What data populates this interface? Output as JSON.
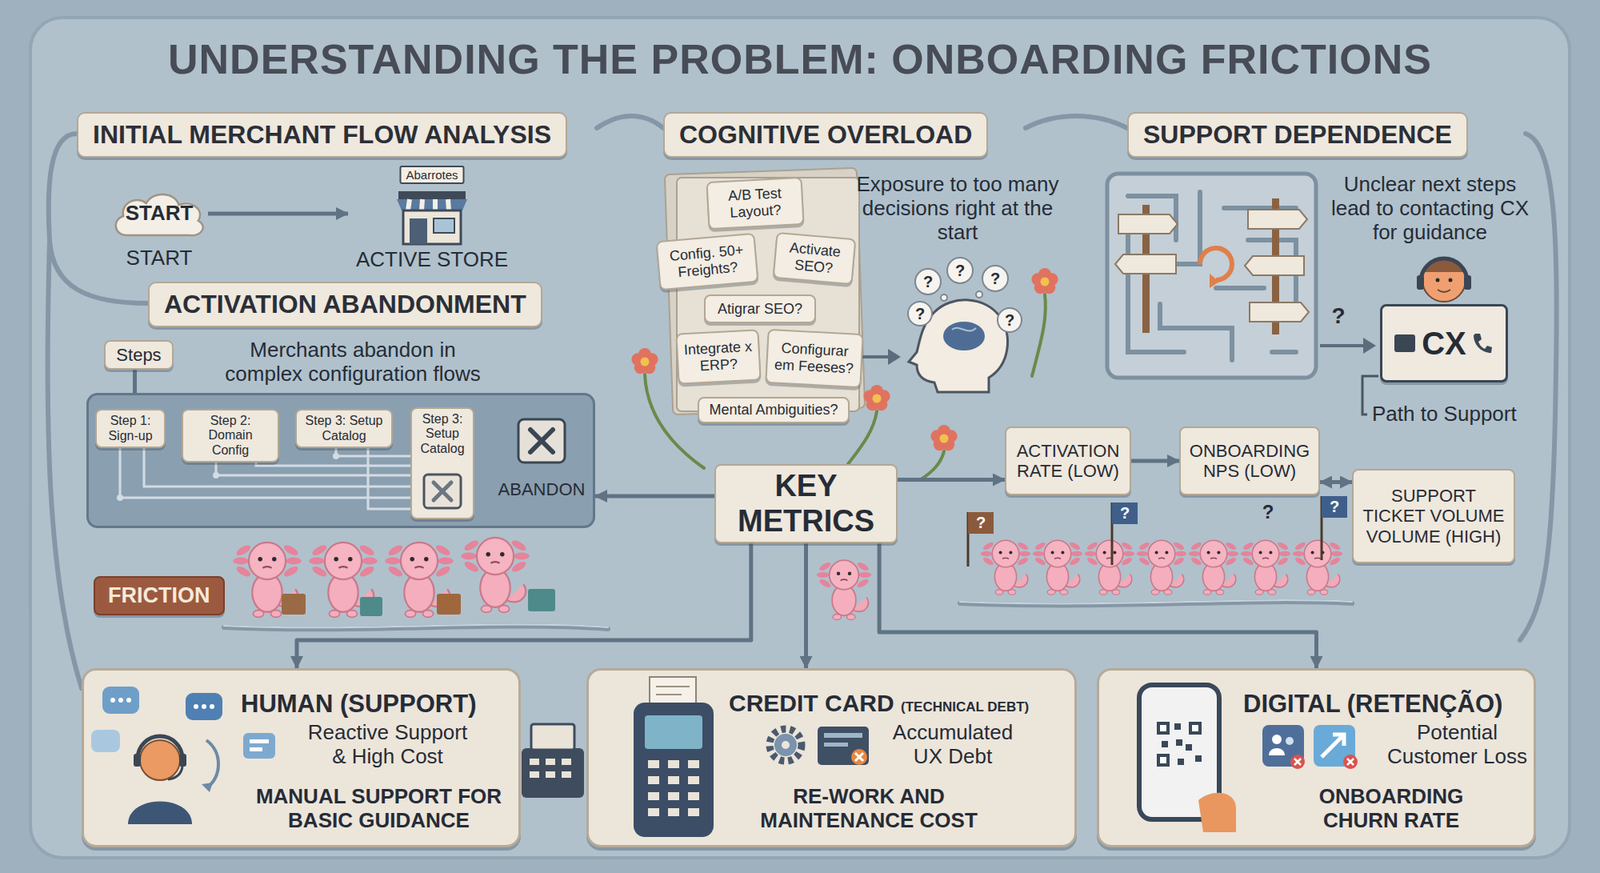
{
  "diagram": {
    "title": "UNDERSTANDING THE PROBLEM: ONBOARDING FRICTIONS",
    "nodes": [
      {
        "text": [
          "INITIAL MERCHANT FLOW ANALYSIS"
        ]
      },
      {
        "text": [
          "START",
          "START"
        ]
      },
      {
        "text": [
          "Abarrotes",
          "ACTIVE STORE"
        ]
      },
      {
        "text": [
          "ACTIVATION ABANDONMENT"
        ]
      },
      {
        "text": [
          "Steps"
        ]
      },
      {
        "text": [
          "Merchants abandon in complex configuration flows"
        ]
      },
      {
        "text": [
          "Step 1: Sign-up"
        ],
        "in": 5
      },
      {
        "text": [
          "Step 2: Domain Config"
        ],
        "in": 5
      },
      {
        "text": [
          "Step 3: Setup Catalog"
        ],
        "in": 5
      },
      {
        "text": [
          "Step 3: Setup Catalog"
        ],
        "in": 5
      },
      {
        "text": [
          "ABANDON"
        ],
        "in": 5
      },
      {
        "text": [
          "COGNITIVE OVERLOAD"
        ]
      },
      {
        "text": [
          "A/B Test Layout?"
        ]
      },
      {
        "text": [
          "Config. 50+ Freights?"
        ]
      },
      {
        "text": [
          "Activate SEO?"
        ]
      },
      {
        "text": [
          "Atigrar SEO?"
        ]
      },
      {
        "text": [
          "Integrate x ERP?"
        ]
      },
      {
        "text": [
          "Configurar em Feeses?"
        ]
      },
      {
        "text": [
          "Mental Ambiguities?"
        ]
      },
      {
        "text": [
          "SUPPORT DEPENDENCE"
        ]
      },
      {
        "text": [
          "CX"
        ]
      },
      {
        "text": [
          "KEY METRICS"
        ]
      },
      {
        "text": [
          "ACTIVATION RATE (LOW)"
        ]
      },
      {
        "text": [
          "ONBOARDING NPS (LOW)"
        ]
      },
      {
        "text": [
          "SUPPORT TICKET VOLUME VOLUME (HIGH)"
        ]
      },
      {
        "text": [
          "FRICTION"
        ]
      },
      {
        "text": [
          "HUMAN (SUPPORT)",
          "Reactive Support & High Cost",
          "MANUAL SUPPORT FOR BASIC GUIDANCE"
        ]
      },
      {
        "text": [
          "CREDIT CARD",
          "(TECHNICAL DEBT)",
          "Accumulated UX Debt",
          "RE-WORK AND MAINTENANCE COST"
        ]
      },
      {
        "text": [
          "DIGITAL (RETENÇÃO)",
          "Potential Customer Loss",
          "ONBOARDING CHURN RATE"
        ]
      }
    ],
    "edges": [
      {
        "from": 1,
        "to": 2,
        "arrow": "to"
      },
      {
        "from": 4,
        "to": 6,
        "arrow": "to"
      },
      {
        "from": 6,
        "to": 7,
        "arrow": "to"
      },
      {
        "from": 7,
        "to": 8,
        "arrow": "to"
      },
      {
        "from": 8,
        "to": 9,
        "arrow": "to"
      },
      {
        "from": 9,
        "to": 10,
        "arrow": "to"
      },
      {
        "from": 21,
        "to": 5,
        "arrow": "to"
      },
      {
        "from": 21,
        "to": 22,
        "arrow": "to"
      },
      {
        "from": 22,
        "to": 23,
        "arrow": "to"
      },
      {
        "from": 23,
        "to": 24,
        "arrow": "both"
      },
      {
        "from": 21,
        "to": 26,
        "arrow": "to"
      },
      {
        "from": 21,
        "to": 27,
        "arrow": "to"
      },
      {
        "from": 21,
        "to": 28,
        "arrow": "to"
      }
    ],
    "labels": [
      "Exposure to too many decisions right at the start",
      "Unclear next steps lead to contacting CX for guidance",
      "Path to Support",
      "?",
      "?",
      "?",
      "?",
      "?",
      "?",
      "?",
      "?",
      "?",
      "?"
    ]
  }
}
